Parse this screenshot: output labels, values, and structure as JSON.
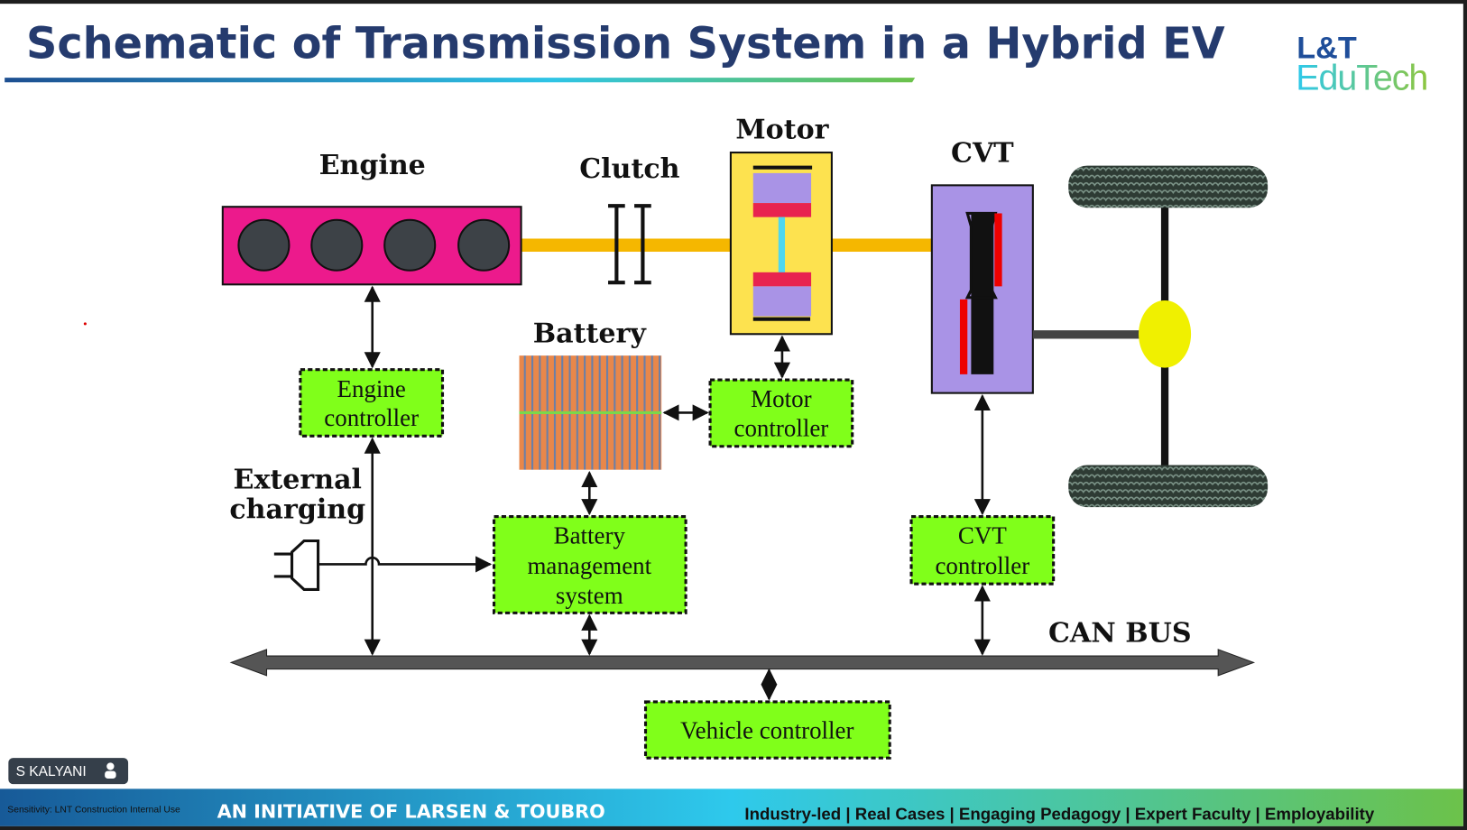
{
  "slide": {
    "title": "Schematic of Transmission System in a Hybrid EV",
    "logo": {
      "line1": "L&T",
      "line2": "EduTech"
    },
    "footer": {
      "initiative": "AN INITIATIVE OF LARSEN & TOUBRO",
      "tagline": "Industry-led | Real Cases | Engaging Pedagogy | Expert Faculty | Employability",
      "sensitivity": "Sensitivity: LNT Construction Internal Use"
    },
    "colors": {
      "title": "#253b6e",
      "controller_fill": "#80ff1a",
      "engine": "#ec1a8c",
      "motor": "#fde24f",
      "cvt": "#a993e6",
      "shaft": "#f5b700"
    }
  },
  "diagram": {
    "components": {
      "engine": "Engine",
      "clutch": "Clutch",
      "motor": "Motor",
      "cvt": "CVT",
      "battery": "Battery",
      "external_charging": [
        "External",
        "charging"
      ],
      "can_bus": "CAN BUS"
    },
    "controllers": {
      "engine": [
        "Engine",
        "controller"
      ],
      "motor": [
        "Motor",
        "controller"
      ],
      "bms": [
        "Battery",
        "management",
        "system"
      ],
      "cvt": [
        "CVT",
        "controller"
      ],
      "vehicle": "Vehicle controller"
    }
  },
  "meeting": {
    "participant_name": "S KALYANI"
  }
}
